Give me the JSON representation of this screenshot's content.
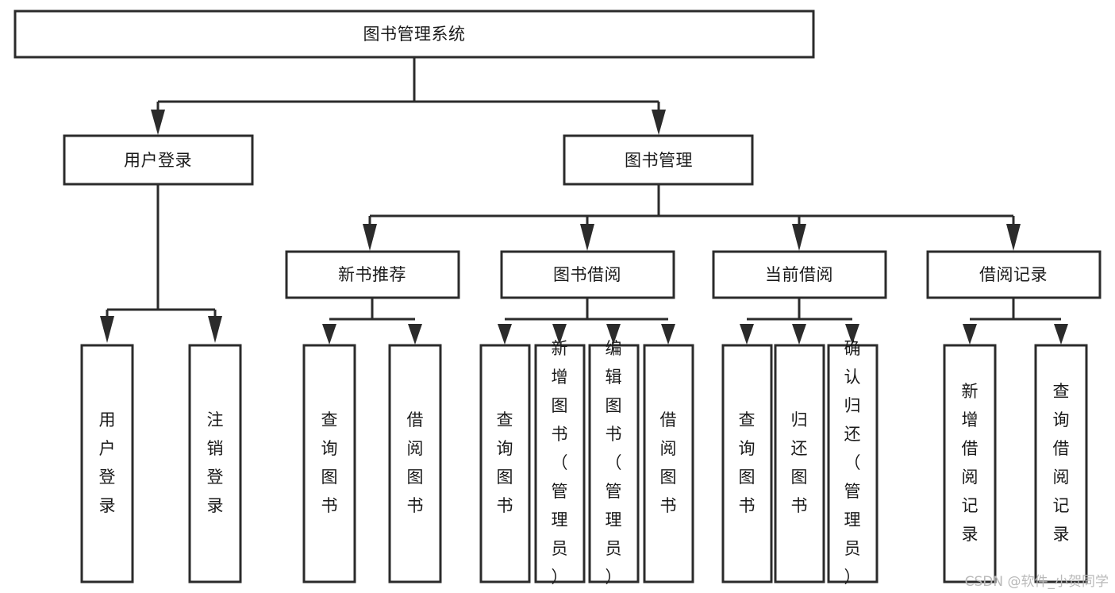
{
  "diagram": {
    "title": "图书管理系统",
    "type": "tree",
    "watermark": "CSDN @软件_小贺同学",
    "colors": {
      "stroke": "#2b2b2b",
      "fill": "#ffffff",
      "text": "#1a1a1a",
      "watermark": "#b9b9b9",
      "background": "#ffffff"
    },
    "nodes": {
      "root": {
        "label": "图书管理系统"
      },
      "level2": [
        {
          "id": "user-login",
          "label": "用户登录"
        },
        {
          "id": "book-management",
          "label": "图书管理"
        }
      ],
      "level3": [
        {
          "id": "new-book-recommend",
          "label": "新书推荐",
          "parent": "book-management"
        },
        {
          "id": "book-borrow",
          "label": "图书借阅",
          "parent": "book-management"
        },
        {
          "id": "current-borrow",
          "label": "当前借阅",
          "parent": "book-management"
        },
        {
          "id": "borrow-record",
          "label": "借阅记录",
          "parent": "book-management"
        }
      ],
      "leaves": [
        {
          "id": "leaf-user-login",
          "label": "用户登录",
          "parent": "user-login"
        },
        {
          "id": "leaf-user-logout",
          "label": "注销登录",
          "parent": "user-login"
        },
        {
          "id": "leaf-query-book-1",
          "label": "查询图书",
          "parent": "new-book-recommend"
        },
        {
          "id": "leaf-borrow-book-1",
          "label": "借阅图书",
          "parent": "new-book-recommend"
        },
        {
          "id": "leaf-query-book-2",
          "label": "查询图书",
          "parent": "book-borrow"
        },
        {
          "id": "leaf-add-book",
          "label": "新增图书（管理员）",
          "parent": "book-borrow"
        },
        {
          "id": "leaf-edit-book",
          "label": "编辑图书（管理员）",
          "parent": "book-borrow"
        },
        {
          "id": "leaf-borrow-book-2",
          "label": "借阅图书",
          "parent": "book-borrow"
        },
        {
          "id": "leaf-query-book-3",
          "label": "查询图书",
          "parent": "current-borrow"
        },
        {
          "id": "leaf-return-book",
          "label": "归还图书",
          "parent": "current-borrow"
        },
        {
          "id": "leaf-confirm-return",
          "label": "确认归还（管理员）",
          "parent": "current-borrow"
        },
        {
          "id": "leaf-add-record",
          "label": "新增借阅记录",
          "parent": "borrow-record"
        },
        {
          "id": "leaf-query-record",
          "label": "查询借阅记录",
          "parent": "borrow-record"
        }
      ]
    }
  }
}
